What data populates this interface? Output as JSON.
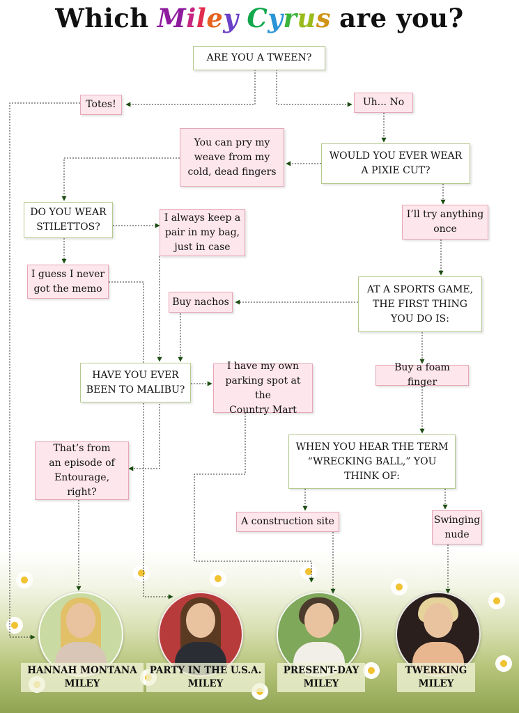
{
  "title": {
    "lead": "Which",
    "name1_letters": [
      "M",
      "i",
      "l",
      "e",
      "y"
    ],
    "name2_letters": [
      "C",
      "y",
      "r",
      "u",
      "s"
    ],
    "tail": "are you?",
    "letter_colors": [
      "#8e1b9e",
      "#c62582",
      "#e02c4d",
      "#e6611e",
      "#6b3fc7",
      "#12a84e",
      "#2b94d6",
      "#3bb43c",
      "#9bbb1d",
      "#d09416"
    ]
  },
  "nodes": {
    "tween_q": "ARE YOU A TWEEN?",
    "totes": "Totes!",
    "uh_no": "Uh... No",
    "weave": [
      "You can pry my",
      "weave from my",
      "cold, dead fingers"
    ],
    "pixie_q": [
      "WOULD YOU EVER WEAR",
      "A PIXIE CUT?"
    ],
    "stilettos_q": [
      "DO YOU WEAR",
      "STILETTOS?"
    ],
    "pair_bag": [
      "I always keep a",
      "pair in my bag,",
      "just in case"
    ],
    "try_anything": [
      "I’ll try anything",
      "once"
    ],
    "never_memo": [
      "I guess I never",
      "got the memo"
    ],
    "sports_q": [
      "AT A SPORTS GAME,",
      "THE FIRST THING",
      "YOU DO IS:"
    ],
    "nachos": "Buy nachos",
    "malibu_q": [
      "HAVE YOU EVER",
      "BEEN TO MALIBU?"
    ],
    "parking": [
      "I have my own",
      "parking spot at the",
      "Country Mart"
    ],
    "foam_finger": "Buy a foam finger",
    "entourage": [
      "That’s from",
      "an episode of",
      "Entourage, right?"
    ],
    "wrecking_q": [
      "WHEN YOU HEAR THE TERM",
      "“WRECKING BALL,” YOU",
      "THINK OF:"
    ],
    "construction": "A construction site",
    "swinging": [
      "Swinging",
      "nude"
    ]
  },
  "results": [
    {
      "line1": "HANNAH MONTANA",
      "line2": "MILEY"
    },
    {
      "line1": "PARTY IN THE U.S.A.",
      "line2": "MILEY"
    },
    {
      "line1": "PRESENT-DAY",
      "line2": "MILEY"
    },
    {
      "line1": "TWERKING",
      "line2": "MILEY"
    }
  ],
  "colors": {
    "question_border": "#b6c98f",
    "answer_fill": "#fde6ec",
    "answer_border": "#e6a7b6",
    "arrow": "#1c4d12"
  }
}
